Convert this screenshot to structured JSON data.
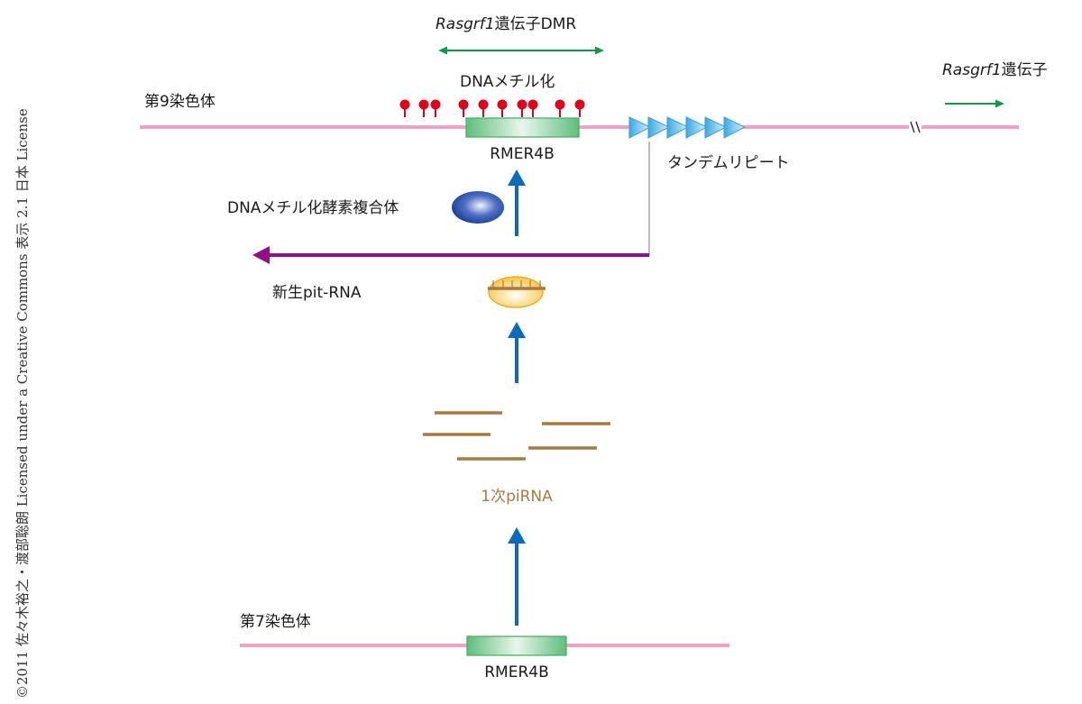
{
  "copyright": "©2011 佐々木裕之・渡部聡朗 Licensed under a Creative Commons 表示 2.1 日本 License",
  "chromosome9": {
    "label": "第9染色体",
    "element_label": "RMER4B",
    "methylation_label": "DNAメチル化",
    "dmr_label_italic": "Rasgrf1",
    "dmr_label_rest": "遺伝子DMR",
    "gene_label_italic": "Rasgrf1",
    "gene_label_rest": "遺伝子",
    "tandem_repeat_label": "タンデムリピート",
    "methyl_sites_count": 10,
    "tandem_repeat_units": 6
  },
  "complex_label": "DNAメチル化酵素複合体",
  "nascent_rna_label": "新生pit-RNA",
  "primary_pirna_label": "1次piRNA",
  "chromosome7": {
    "label": "第7染色体",
    "element_label": "RMER4B"
  },
  "colors": {
    "chromosome": "#f2a0c4",
    "rmer_fill": "#5fbe7d",
    "rmer_border": "#3fae5a",
    "methyl": "#e3001b",
    "dmr_arrow": "#0f9a48",
    "blue_arrow": "#0a6bbd",
    "purple_arrow": "#930f85",
    "tandem": "#4fb6e8",
    "pirna": "#a97a3f",
    "pirna_text": "#a97a3f",
    "complex": "#1c4aa2",
    "piwi_fill": "#f7c84a"
  }
}
